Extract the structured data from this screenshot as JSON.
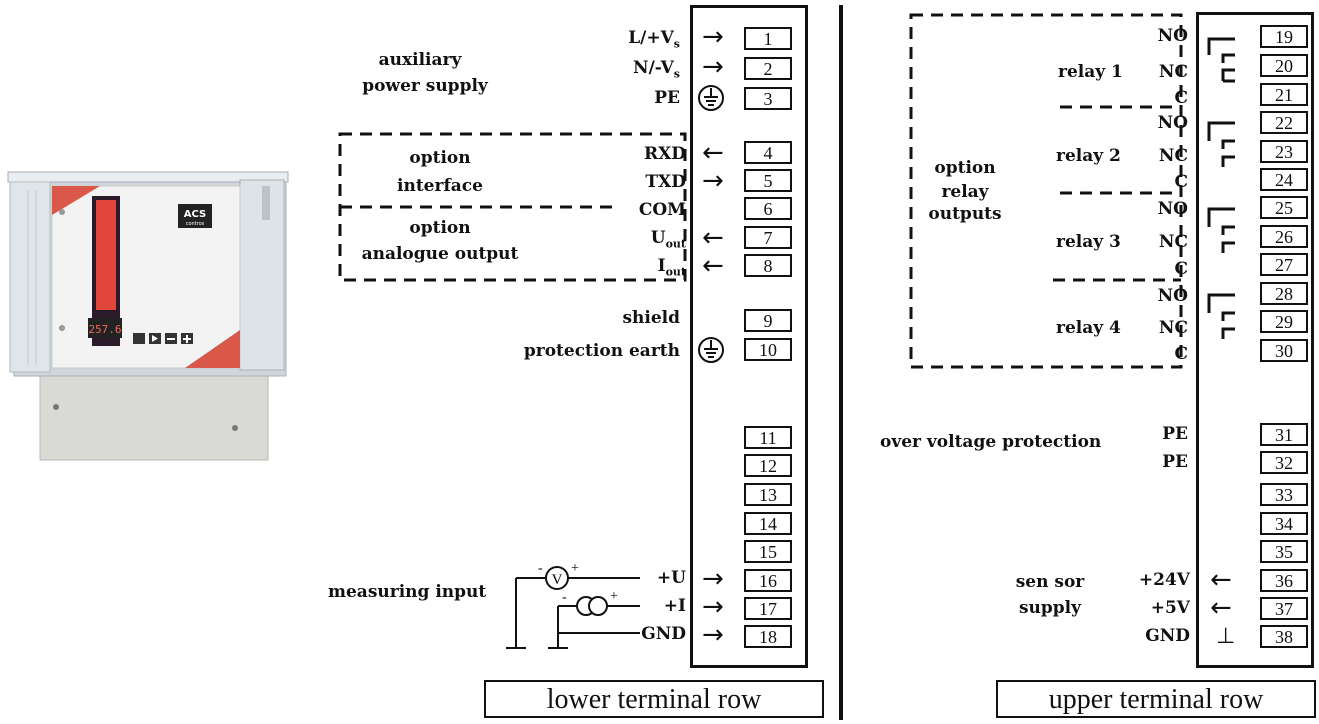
{
  "lower": {
    "aux_title_1": "auxiliary",
    "aux_title_2": "power supply",
    "aux_signals": [
      "L/+V",
      "N/-V",
      "PE"
    ],
    "aux_sub": "s",
    "iface_title_1": "option",
    "iface_title_2": "interface",
    "iface_signals": [
      "RXD",
      "TXD",
      "COM"
    ],
    "ao_title_1": "option",
    "ao_title_2": "analogue output",
    "ao_signals": [
      "U",
      "I"
    ],
    "ao_sub": "out",
    "shield": "shield",
    "pe": "protection earth",
    "measuring": "measuring input",
    "meas_signals": [
      "+U",
      "+I",
      "GND"
    ],
    "meter_letter": "V",
    "terminals": [
      "1",
      "2",
      "3",
      "4",
      "5",
      "6",
      "7",
      "8",
      "9",
      "10",
      "11",
      "12",
      "13",
      "14",
      "15",
      "16",
      "17",
      "18"
    ],
    "caption": "lower terminal row"
  },
  "upper": {
    "option_1": "option",
    "option_2": "relay",
    "option_3": "outputs",
    "relays": [
      "relay 1",
      "relay 2",
      "relay 3",
      "relay 4"
    ],
    "contacts": [
      "NO",
      "NC",
      "C"
    ],
    "ovp": "over voltage protection",
    "pe": "PE",
    "sensor_1": "sen sor",
    "sensor_2": "supply",
    "sensor_signals": [
      "+24V",
      "+5V",
      "GND"
    ],
    "terminals": [
      "19",
      "20",
      "21",
      "22",
      "23",
      "24",
      "25",
      "26",
      "27",
      "28",
      "29",
      "30",
      "31",
      "32",
      "33",
      "34",
      "35",
      "36",
      "37",
      "38"
    ],
    "caption": "upper terminal row"
  },
  "device": {
    "logo_1": "ACS",
    "logo_2": "contros",
    "display": "257.6"
  }
}
